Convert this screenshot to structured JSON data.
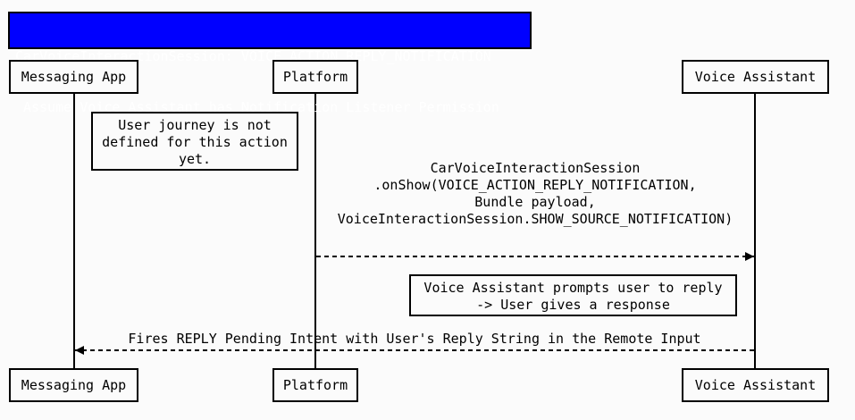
{
  "title": {
    "line1": "CarVoiceInteractionSession: VOICE_ACTION_REPLY_NOTIFICATION",
    "line2": " Assume Voice Assistant has Notification Listener Permission"
  },
  "participants": {
    "messaging_app": "Messaging App",
    "platform": "Platform",
    "voice_assistant": "Voice Assistant"
  },
  "notes": {
    "journey": "User journey is not\ndefined for this action\nyet.",
    "prompt": "Voice Assistant prompts user to reply\n-> User gives a response"
  },
  "messages": {
    "on_show": "CarVoiceInteractionSession\n.onShow(VOICE_ACTION_REPLY_NOTIFICATION,\nBundle payload,\nVoiceInteractionSession.SHOW_SOURCE_NOTIFICATION)",
    "fires_reply": "Fires REPLY Pending Intent with User's Reply String in the Remote Input"
  },
  "colors": {
    "title_background": "#0000ff",
    "title_text": "#ffffff",
    "line": "#000000",
    "background": "#fbfbfb"
  }
}
